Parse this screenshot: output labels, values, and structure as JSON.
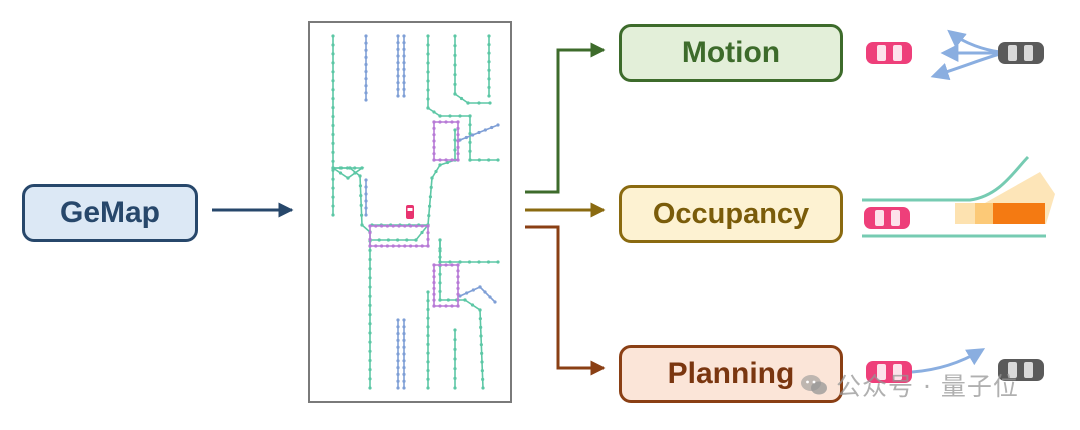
{
  "nodes": {
    "gemap": {
      "label": "GeMap",
      "fill": "#dce8f5",
      "border": "#27476b",
      "text": "#27476b"
    },
    "motion": {
      "label": "Motion",
      "fill": "#e3efd9",
      "border": "#3d6b2b",
      "text": "#3d6b2b"
    },
    "occupancy": {
      "label": "Occupancy",
      "fill": "#fdf2d2",
      "border": "#8a6a10",
      "text": "#7a5c0a"
    },
    "planning": {
      "label": "Planning",
      "fill": "#fbe5d8",
      "border": "#8a3f14",
      "text": "#7a3610"
    }
  },
  "arrows": {
    "gemap_to_map": "#27476b",
    "to_motion": "#3d6b2b",
    "to_occupancy": "#8a6a10",
    "to_planning": "#8a3f14"
  },
  "map_colors": {
    "lane": "#5cc7a5",
    "divider": "#7f9fd6",
    "crossing": "#b77ad6",
    "ego": "#e8336f"
  },
  "scene_colors": {
    "ego_car": "#ee3f7a",
    "other_car": "#5a5a5a",
    "trajectory": "#8aaee0",
    "occupancy_light": "#fde2b0",
    "occupancy_mid": "#fcc977",
    "occupancy_dark": "#f47a12",
    "road_line": "#76cbb2"
  },
  "watermark": {
    "text": "公众号 · 量子位"
  }
}
